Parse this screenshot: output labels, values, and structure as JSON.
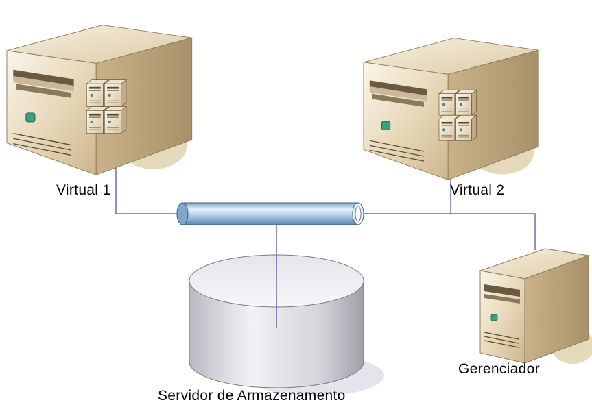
{
  "nodes": {
    "virtual1": {
      "label": "Virtual 1"
    },
    "virtual2": {
      "label": "Virtual 2"
    },
    "gerenciador": {
      "label": "Gerenciador"
    },
    "storage": {
      "label": "Servidor de Armazenamento"
    }
  },
  "colors": {
    "server_body": "#d9c7a4",
    "server_face": "#efe3cb",
    "server_dark": "#a8916a",
    "shadow": "#e2d3b6",
    "link": "#4a4a9a",
    "bus": "#a9c9e6",
    "disk": "#d8d8de",
    "disk_dark": "#a4a4ae"
  },
  "icons": {
    "server": "tower-server-icon",
    "virtual_blades": "virtual-machine-stack-icon",
    "bus": "network-bus-pipe-icon",
    "storage": "storage-cylinder-icon"
  }
}
